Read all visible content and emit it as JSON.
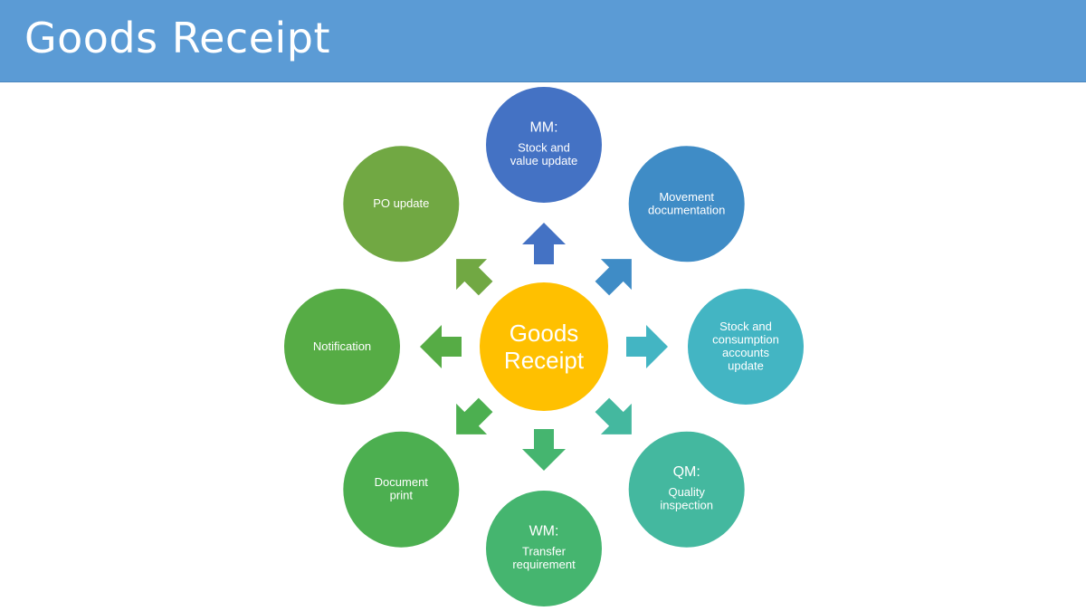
{
  "slide": {
    "title": "Goods Receipt"
  },
  "center": {
    "lines": [
      "Goods",
      "Receipt"
    ],
    "color": "#ffc000"
  },
  "nodes": [
    {
      "id": "mm",
      "heading": "MM:",
      "lines": [
        "Stock and",
        "value update"
      ],
      "color": "#4472c4",
      "arrow_color": "#4472c4"
    },
    {
      "id": "movement",
      "heading": "",
      "lines": [
        "Movement",
        "documentation"
      ],
      "color": "#3f8cc6",
      "arrow_color": "#3f8cc6"
    },
    {
      "id": "accounts",
      "heading": "",
      "lines": [
        "Stock and",
        "consumption",
        "accounts",
        "update"
      ],
      "color": "#43b5c3",
      "arrow_color": "#43b5c3"
    },
    {
      "id": "qm",
      "heading": "QM:",
      "lines": [
        "Quality",
        "inspection"
      ],
      "color": "#44b89f",
      "arrow_color": "#44b89f"
    },
    {
      "id": "wm",
      "heading": "WM:",
      "lines": [
        "Transfer",
        "requirement"
      ],
      "color": "#45b56f",
      "arrow_color": "#45b56f"
    },
    {
      "id": "document-print",
      "heading": "",
      "lines": [
        "Document",
        "print"
      ],
      "color": "#4caf50",
      "arrow_color": "#4caf50"
    },
    {
      "id": "notification",
      "heading": "",
      "lines": [
        "Notification"
      ],
      "color": "#56ac45",
      "arrow_color": "#56ac45"
    },
    {
      "id": "po-update",
      "heading": "",
      "lines": [
        "PO update"
      ],
      "color": "#71a843",
      "arrow_color": "#71a843"
    }
  ]
}
